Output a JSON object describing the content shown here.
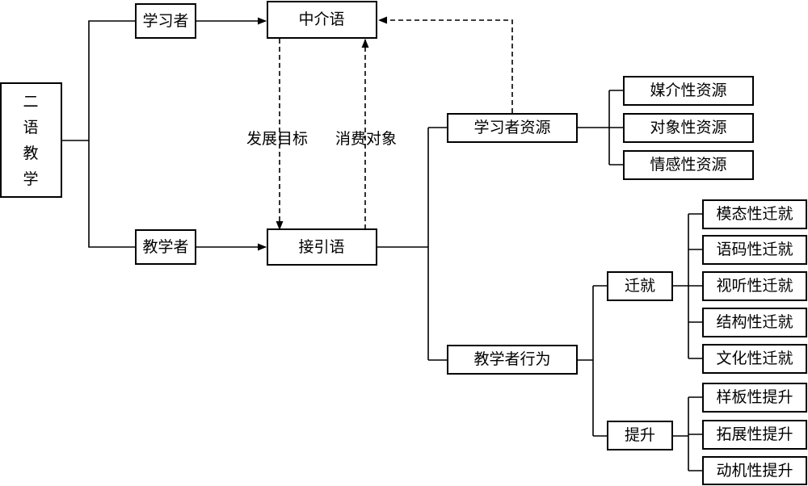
{
  "root": {
    "chars": [
      "二",
      "语",
      "教",
      "学"
    ]
  },
  "learner": "学习者",
  "teacher": "教学者",
  "interlanguage": "中介语",
  "receiving_language": "接引语",
  "arrow_labels": {
    "development_target": "发展目标",
    "consumption_object": "消费对象"
  },
  "learner_resources": {
    "label": "学习者资源",
    "items": [
      "媒介性资源",
      "对象性资源",
      "情感性资源"
    ]
  },
  "teacher_behavior": {
    "label": "教学者行为",
    "accommodation": {
      "label": "迁就",
      "items": [
        "模态性迁就",
        "语码性迁就",
        "视听性迁就",
        "结构性迁就",
        "文化性迁就"
      ]
    },
    "elevation": {
      "label": "提升",
      "items": [
        "样板性提升",
        "拓展性提升",
        "动机性提升"
      ]
    }
  }
}
